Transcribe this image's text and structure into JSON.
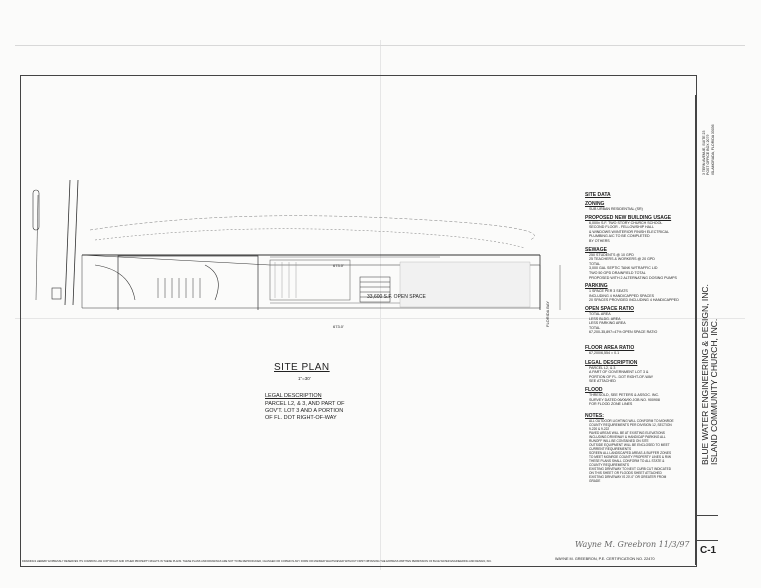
{
  "plan": {
    "title": "SITE PLAN",
    "scale": "1\"=30'",
    "legal_heading": "LEGAL DESCRIPTION",
    "legal_lines": [
      "PARCEL L2, & 3, AND PART OF",
      "GOV'T. LOT 3 AND A PORTION",
      "OF FL. DOT RIGHT-OF-WAY"
    ],
    "open_space_label": "33,600 S.F. OPEN SPACE",
    "street_label": "FLORIDA BAY",
    "dim_top": "673.0'",
    "dim_bottom": "673.0'"
  },
  "site_data": {
    "title": "SITE DATA",
    "zoning_heading": "ZONING",
    "zoning_text": "SUB URBAN RESIDENTIAL (SR)",
    "building_heading": "PROPOSED NEW BUILDING USAGE",
    "building_lines": [
      "6,000± S.F. TWO STORY CHURCH SCHOOL",
      "SECOND FLOOR - FELLOWSHIP HALL",
      "& WINDOWS W/INTERIOR FINISH ELECTRICAL",
      "PLUMBING A/C TO BE COMPLETED",
      "BY OTHERS"
    ],
    "sewage_heading": "SEWAGE",
    "sewage_lines": [
      "250 STUDENTS @ 10 GPD",
      "25 TEACHERS & WORKERS @ 20 GPD",
      "TOTAL",
      "3,000 GAL SEPTIC TANK W/TRAFFIC LID",
      "TWO 50 GPD DRAINFIELD TOTAL",
      "PROPOSED WITH 2 ALTERNATING DOSING PUMPS"
    ],
    "parking_heading": "PARKING",
    "parking_lines": [
      "1 SPACE PER 3 SEATS",
      "INCLUDING 4 HANDICAPPED SPACES",
      "20 SPACES PROVIDED INCLUDING 4 HANDICAPPED"
    ],
    "open_space_heading": "OPEN SPACE RATIO",
    "open_space_lines": [
      "TOTAL AREA",
      "LESS BLDG. AREA",
      "LESS PARKING AREA",
      "TOTAL",
      "67,200-35,897=47% OPEN SPACE RATIO"
    ],
    "far_heading": "FLOOR AREA RATIO",
    "far_text": "67,200/6,554 = 0.1",
    "legal_heading": "LEGAL DESCRIPTION",
    "legal_lines": [
      "PARCEL L2, & 3",
      "A PART OF GOVERNMENT LOT 3 &",
      "PORTION OF FL. DOT RIGHT-OF-WAY",
      "SEE ATTACHED"
    ],
    "flood_heading": "FLOOD",
    "flood_lines": [
      "THRESOLD, SEE PETERS & ASSOC. INC.",
      "SURVEY DATED 06/06/90 JOB NO. 900908",
      "FOR FLOOD ZONE LINES"
    ],
    "notes_heading": "NOTES:",
    "notes_lines": [
      "ALL OUTDOOR LIGHTING WILL CONFORM TO MONROE",
      "COUNTY REQUIREMENTS PER DIVISION 12, SECTION",
      "9-220 & 9-222",
      "PAVED AREAS WILL BE AT EXISTING ELEVATIONS",
      "INCLUDING DRIVEWAY & HANDICAP PARKING ALL",
      "RUNOFF WILL BE CONTAINED ON SITE",
      "OUTSIDE EQUIPMENT WILL BE ENCLOSED TO MEET",
      "CURRENT REQUIREMENTS",
      "SCREEN ALL LANDSCAPED AREAS & BUFFER ZONES",
      "TO MEET MONROE COUNTY PROPERTY LINES & R/W",
      "THESE PLANS SHALL CONFORM TO ALL STATE &",
      "COUNTY REQUIREMENTS",
      "EXISTING DRIVEWAY TO NEXT CURB CUT INDICATED",
      "ON THIS SHEET OR FLOODS SHEET ATTACHED",
      "EXISTING DRIVEWAY IS 20'-0\" OR GREATER FROM",
      "GRADE"
    ]
  },
  "title_block": {
    "company": "BLUE WATER ENGINEERING & DESIGN, INC.",
    "project": "ISLAND COMMUNITY CHURCH, INC.",
    "address_lines": [
      "3 TERN AVENUE, SUITE 23",
      "POST OFFICE BOX 2079",
      "ISLAMORADA, FLORIDA 33036"
    ],
    "sheet_number": "C-1",
    "engineer_stamp": "WAYNE M. GREEBRON, P.E. CERTIFICATION NO. 22470",
    "signature": "Wayne M. Greebron 11/3/97"
  },
  "footer_note": "DRAWINGS HEREBY EXPRESSLY RESERVES ITS COMMON LAW COPYRIGHT AND OTHER PROPERTY RIGHTS IN THESE PLANS. THESE PLANS AND DRAWINGS ARE NOT TO BE REPRODUCED, CHANGED OR COPIED IN ANY FORM OR MANNER WHATSOEVER WITHOUT FIRST OBTAINING THE EXPRESS WRITTEN PERMISSION OF BLUE WATER ENGINEERING AND DESIGN, INC."
}
